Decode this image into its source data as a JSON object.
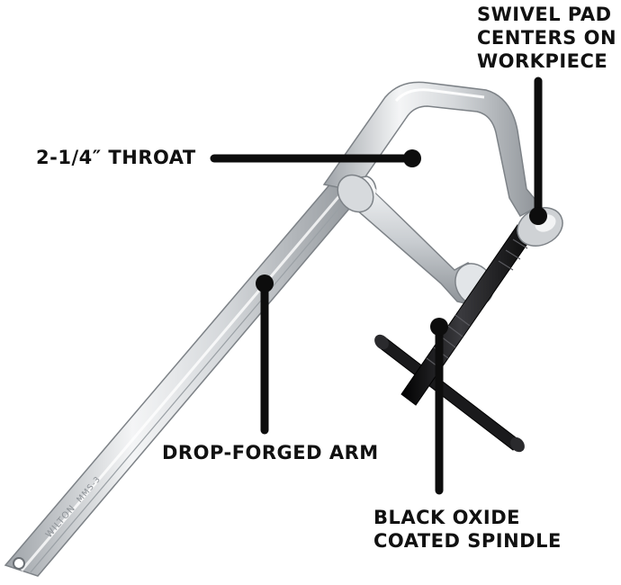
{
  "callouts": {
    "swivel_pad": {
      "lines": [
        "SWIVEL PAD",
        "CENTERS ON",
        "WORKPIECE"
      ]
    },
    "throat": {
      "text": "2-1/4″ THROAT"
    },
    "arm": {
      "text": "DROP-FORGED ARM"
    },
    "spindle": {
      "lines": [
        "BLACK OXIDE",
        "COATED SPINDLE"
      ]
    }
  },
  "bar_engraving": {
    "brand": "WILTON",
    "model": "MMS-3"
  },
  "colors": {
    "steel_light": "#eef0f2",
    "steel_mid": "#c4c8cc",
    "steel_dark": "#8a8f95",
    "spindle": "#1b1b1d",
    "callout": "#0d0d0d"
  }
}
